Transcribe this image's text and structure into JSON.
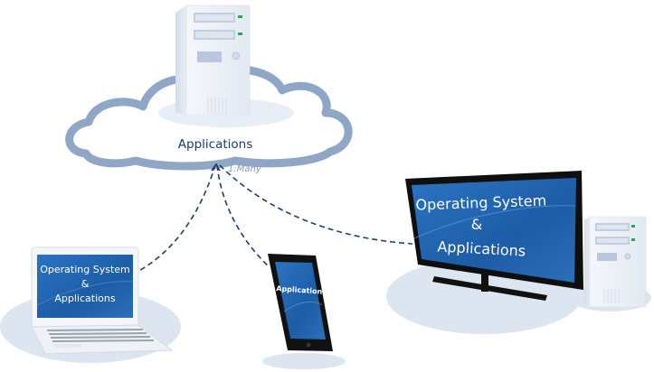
{
  "diagram": {
    "cloud": {
      "label": "Applications",
      "relation_label": "1:Many"
    },
    "devices": [
      {
        "id": "laptop",
        "line1": "Operating System",
        "line2": "&",
        "line3": "Applications"
      },
      {
        "id": "tablet",
        "label": "Applications"
      },
      {
        "id": "desktop",
        "line1": "Operating System",
        "line2": "&",
        "line3": "Applications"
      }
    ],
    "colors": {
      "cloud_outline": "#8fa6c6",
      "cloud_fill": "#ffffff",
      "shadow": "#dde5f0",
      "screen_blue": "#1f5fa8",
      "bezel": "#111111",
      "connector": "#1e3f6e",
      "label_dark": "#1e3a66",
      "relation_label": "#8a9bb3"
    }
  }
}
